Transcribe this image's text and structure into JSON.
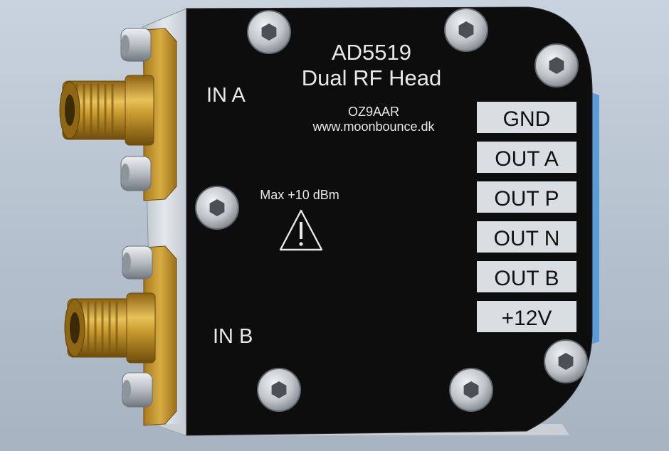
{
  "panel": {
    "title": "AD5519",
    "subtitle": "Dual RF Head",
    "callsign": "OZ9AAR",
    "website": "www.moonbounce.dk",
    "warning": "Max +10 dBm",
    "warning_icon": "warning-triangle-icon"
  },
  "inputs": [
    {
      "id": "in-a",
      "label": "IN A"
    },
    {
      "id": "in-b",
      "label": "IN B"
    }
  ],
  "terminals": [
    {
      "id": "gnd",
      "label": "GND"
    },
    {
      "id": "out-a",
      "label": "OUT A"
    },
    {
      "id": "out-p",
      "label": "OUT P"
    },
    {
      "id": "out-n",
      "label": "OUT N"
    },
    {
      "id": "out-b",
      "label": "OUT B"
    },
    {
      "id": "plus-12v",
      "label": "+12V"
    }
  ],
  "colors": {
    "panel": "#0d0d0d",
    "brass": "#c7962c",
    "label_plate": "#d9dee3",
    "screw": "#c4c8cc",
    "side_blue": "#5b9bd8"
  }
}
